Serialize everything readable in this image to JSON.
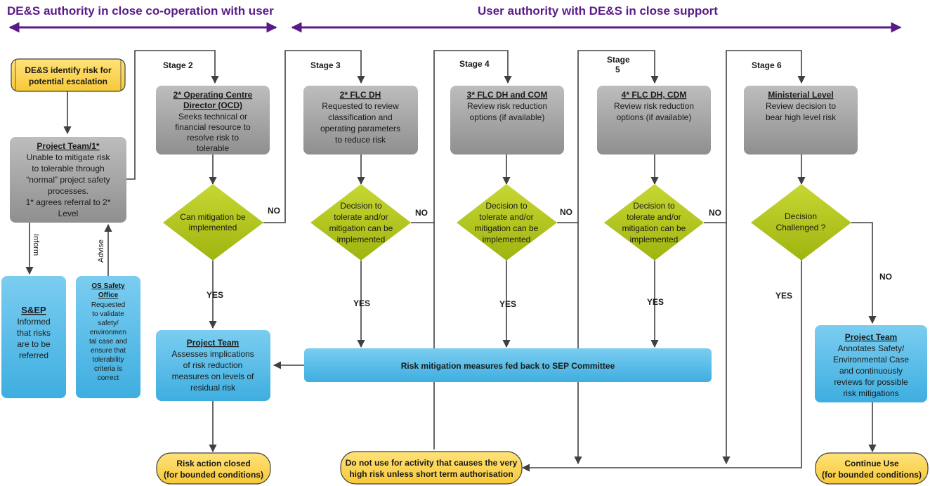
{
  "headers": {
    "left": "DE&S authority in close co-operation with user",
    "right": "User authority with DE&S in close support"
  },
  "colors": {
    "purple": "#5a1a86",
    "gray_box": "#a7a7a7",
    "blue_box": "#5bbde8",
    "yellow_term": "#ffd957",
    "green_diamond": "#b5c81f",
    "line": "#404040"
  },
  "stages": {
    "s2": "Stage 2",
    "s3": "Stage 3",
    "s4": "Stage 4",
    "s5a": "Stage",
    "s5b": "5",
    "s6": "Stage 6"
  },
  "nodes": {
    "start": {
      "line1": "DE&S identify risk for",
      "line2": "potential escalation"
    },
    "project_team_1": {
      "title": "Project Team/1*",
      "lines": [
        "Unable to mitigate risk",
        "to tolerable through",
        "“normal” project safety",
        "processes.",
        "1* agrees referral to 2*",
        "Level"
      ]
    },
    "sep": {
      "title": "S&EP",
      "lines": [
        "Informed",
        "that risks",
        "are to be",
        "referred"
      ]
    },
    "os_safety": {
      "title1": "OS Safety",
      "title2": "Office",
      "lines": [
        "Requested",
        "to validate",
        "safety/",
        "environmen",
        "tal case and",
        "ensure that",
        "tolerability",
        "criteria is",
        "correct"
      ]
    },
    "inform": "Inform",
    "advise": "Advise",
    "ocd": {
      "title1": "2* Operating Centre",
      "title2": "Director (OCD)",
      "lines": [
        "Seeks technical or",
        "financial resource to",
        "resolve risk to",
        "tolerable"
      ]
    },
    "flc_dh": {
      "title": "2* FLC DH",
      "lines": [
        "Requested to review",
        "classification and",
        "operating parameters",
        "to reduce risk"
      ]
    },
    "flc_com": {
      "title": "3* FLC DH and COM",
      "lines": [
        "Review risk reduction",
        "options (if available)"
      ]
    },
    "flc_cdm": {
      "title": "4* FLC DH, CDM",
      "lines": [
        "Review risk reduction",
        "options (if available)"
      ]
    },
    "ministerial": {
      "title": "Ministerial Level",
      "lines": [
        "Review decision to",
        "bear high level risk"
      ]
    },
    "dec1": [
      "Can mitigation be",
      "implemented"
    ],
    "dec2": [
      "Decision to",
      "tolerate and/or",
      "mitigation can be",
      "implemented"
    ],
    "dec3": [
      "Decision to",
      "tolerate and/or",
      "mitigation can be",
      "implemented"
    ],
    "dec4": [
      "Decision to",
      "tolerate and/or",
      "mitigation can be",
      "implemented"
    ],
    "dec5": [
      "Decision",
      "Challenged ?"
    ],
    "project_team_2": {
      "title": "Project Team",
      "lines": [
        "Assesses implications",
        "of risk reduction",
        "measures on levels of",
        "residual risk"
      ]
    },
    "feedback": "Risk mitigation measures fed back to SEP Committee",
    "project_team_3": {
      "title": "Project Team",
      "lines": [
        "Annotates Safety/",
        "Environmental Case",
        "and continuously",
        "reviews for possible",
        "risk mitigations"
      ]
    },
    "closed": {
      "line1": "Risk action closed",
      "line2": "(for bounded conditions)"
    },
    "do_not_use": {
      "line1": "Do not use for activity that causes the very",
      "line2": "high risk unless short term authorisation"
    },
    "continue": {
      "line1": "Continue Use",
      "line2": "(for bounded conditions)"
    }
  },
  "edge_labels": {
    "no": "NO",
    "yes": "YES"
  }
}
